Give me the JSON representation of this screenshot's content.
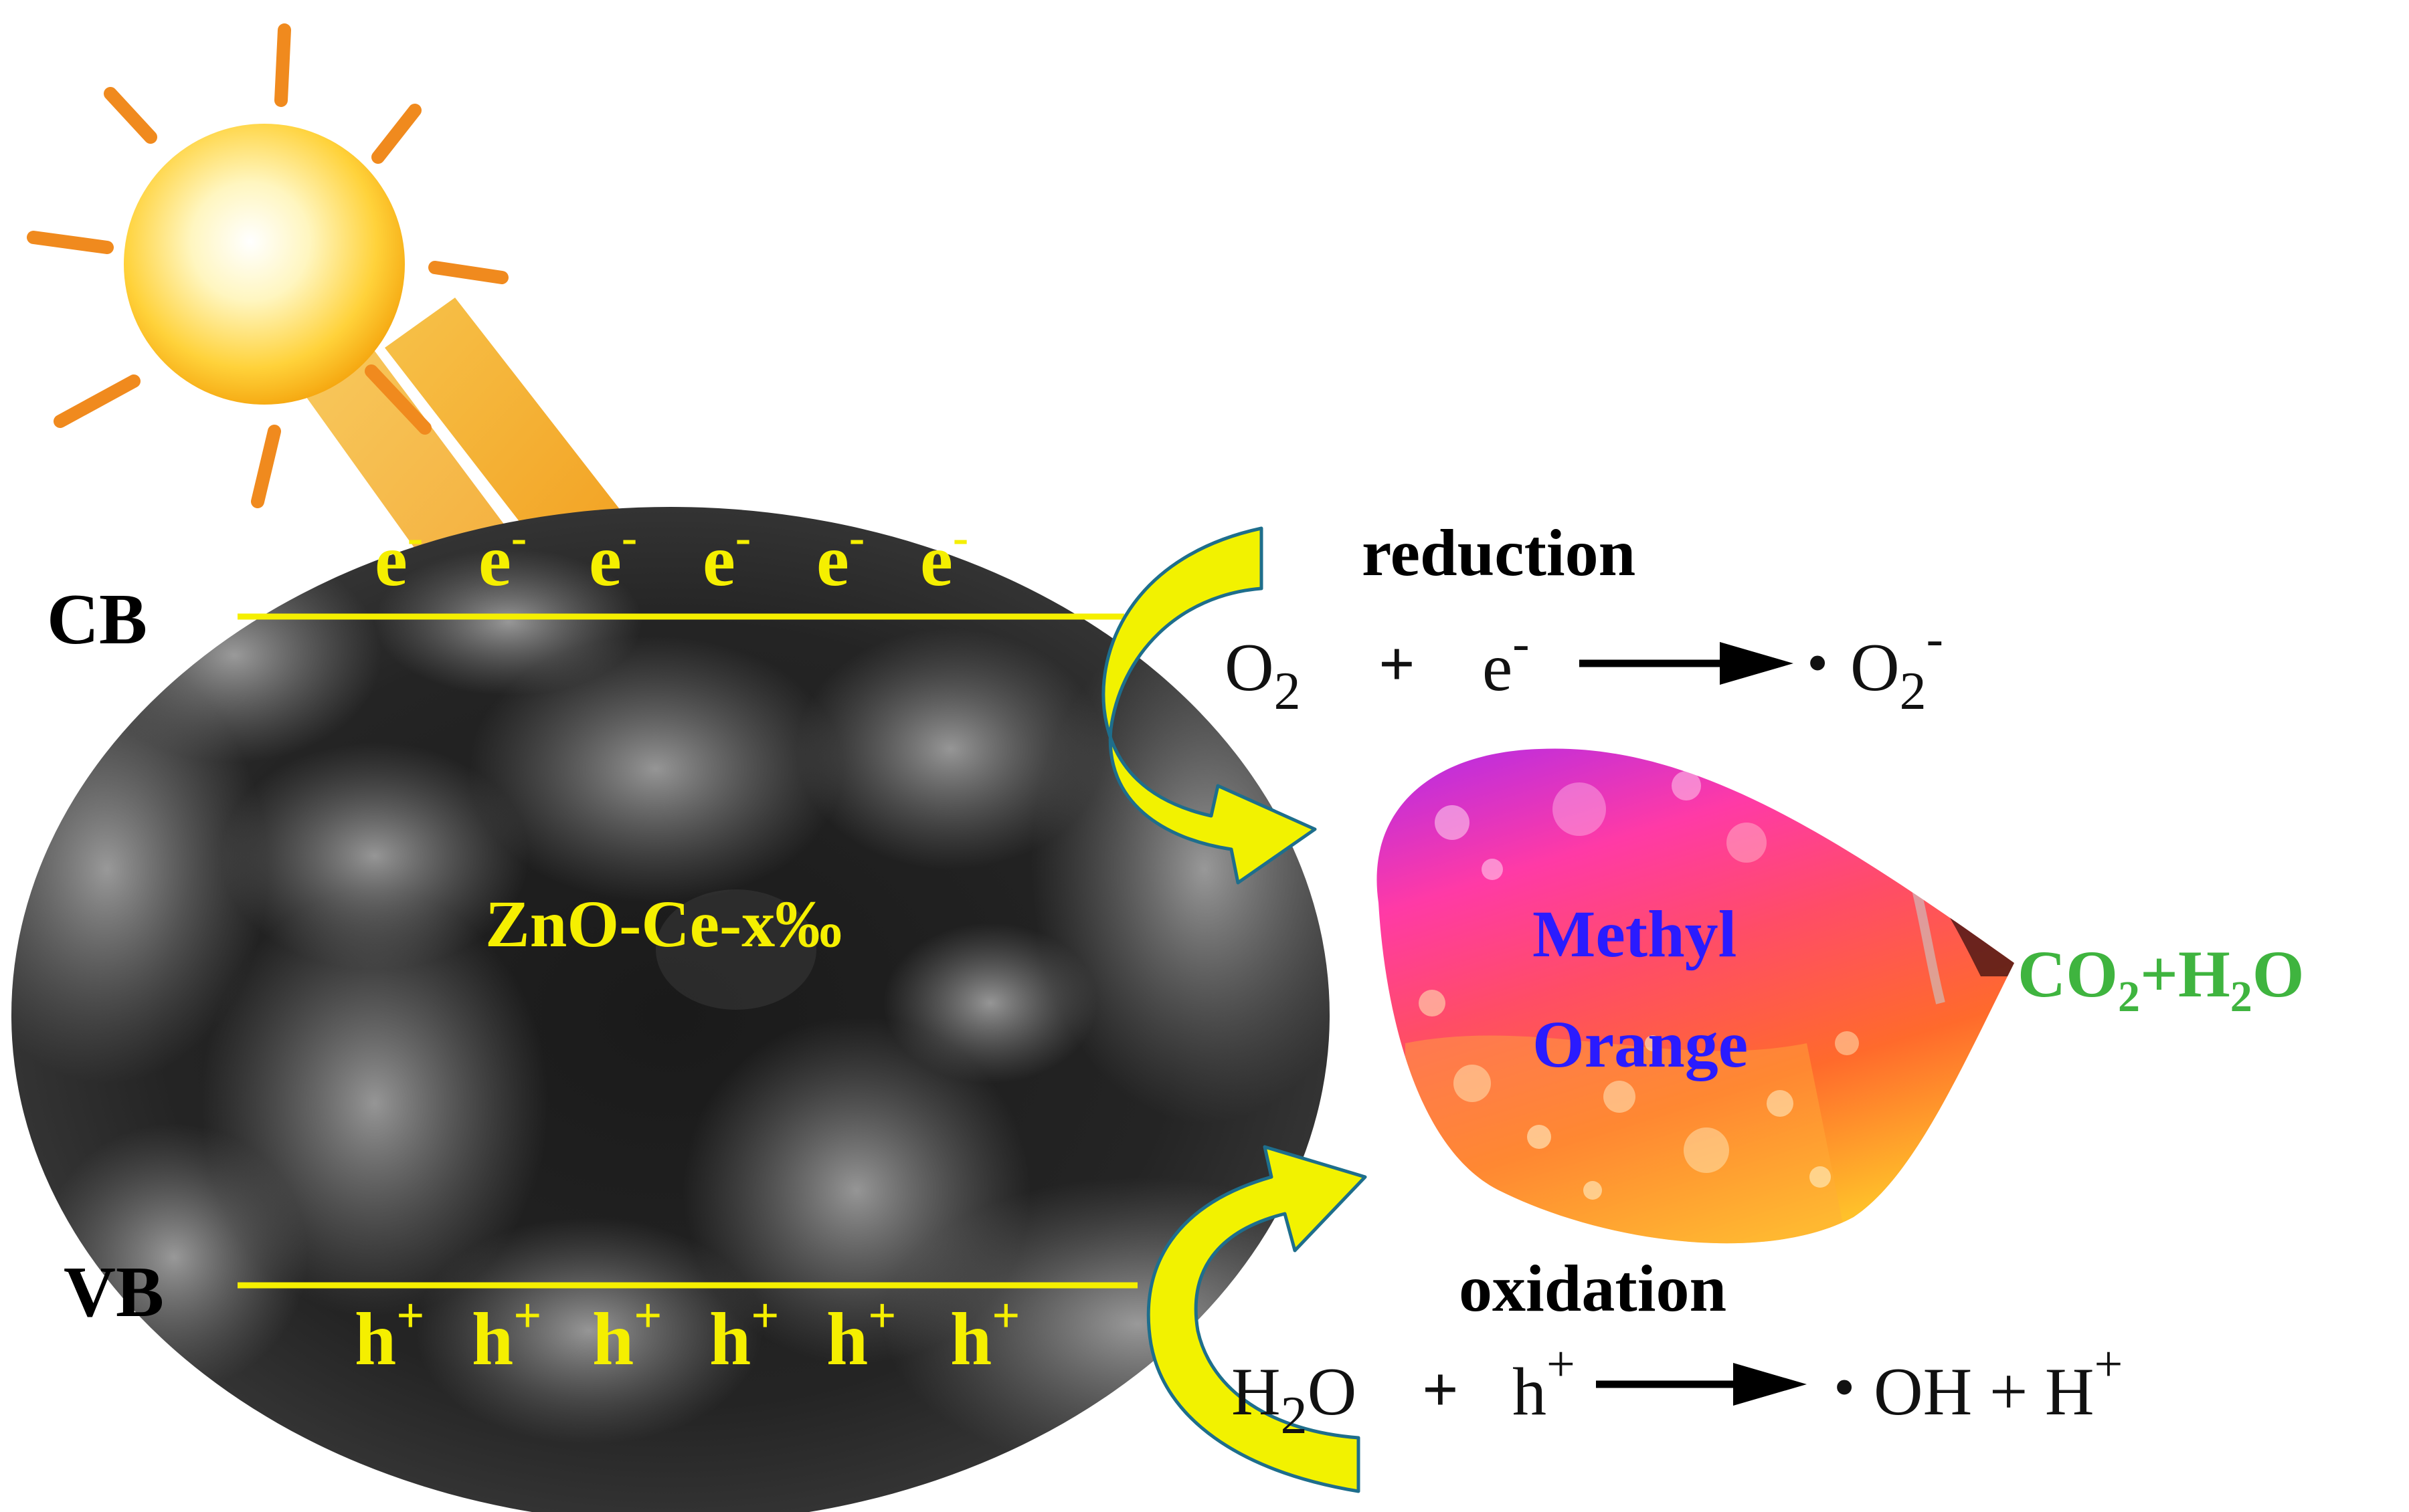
{
  "diagram": {
    "band_labels": {
      "conduction": "CB",
      "valence": "VB"
    },
    "electrons": {
      "symbol": "e",
      "charge": "-",
      "count": 6
    },
    "holes": {
      "symbol": "h",
      "charge": "+",
      "count": 6
    },
    "catalyst_label": "ZnO-Ce-x‰",
    "pollutant": {
      "line1": "Methyl",
      "line2": "Orange"
    },
    "products": {
      "p1": "CO",
      "p1_sub": "2",
      "plus": "+",
      "p2": "H",
      "p2_sub": "2",
      "p3": "O"
    },
    "reduction": {
      "title": "reduction",
      "reactant": "O",
      "reactant_sub": "2",
      "plus": "+",
      "electron": "e",
      "electron_charge": "-",
      "product_dot": "•",
      "product": "O",
      "product_sub": "2",
      "product_charge": "-"
    },
    "oxidation": {
      "title": "oxidation",
      "reactant": "H",
      "reactant_sub": "2",
      "reactant_rest": "O",
      "plus": "+",
      "hole": "h",
      "hole_charge": "+",
      "product_dot": "•",
      "product_a": "OH + H",
      "product_charge": "+"
    },
    "colors": {
      "band_line": "#f5ef00",
      "carrier_text": "#f5ef00",
      "pollutant_text": "#2a1bff",
      "product_text": "#3fb43f",
      "sun_core": "#ffc81e",
      "sun_ray": "#f08a1e",
      "sun_beam": "#f5b431",
      "arrow_fill": "#f2f200",
      "arrow_stroke": "#1e6e8c"
    },
    "icons": {
      "sun": "sun-icon",
      "arrows": "curved-arrow-icon"
    }
  }
}
